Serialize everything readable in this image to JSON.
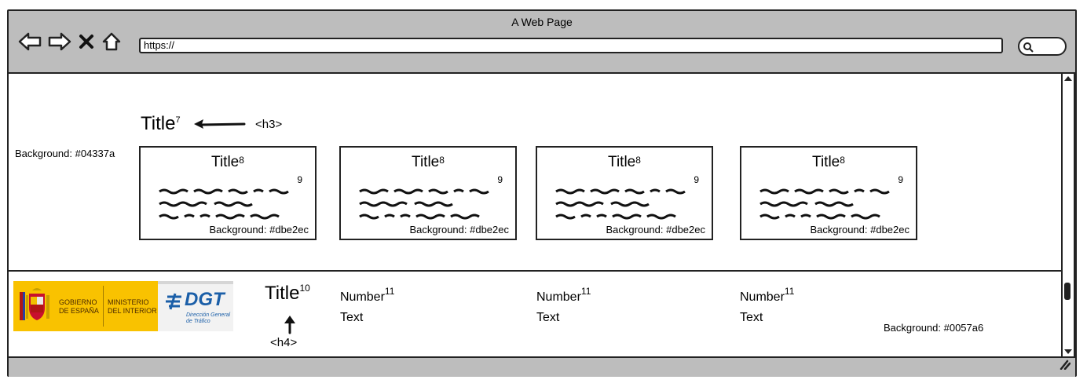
{
  "window": {
    "title": "A Web Page"
  },
  "address_bar": {
    "url": "https://"
  },
  "section_top": {
    "title": "Title",
    "title_marker": "7",
    "annotation_tag": "<h3>",
    "background_label": "Background: #04337a",
    "cards": [
      {
        "title": "Title",
        "title_marker": "8",
        "text_marker": "9",
        "background_label": "Background: #dbe2ec"
      },
      {
        "title": "Title",
        "title_marker": "8",
        "text_marker": "9",
        "background_label": "Background: #dbe2ec"
      },
      {
        "title": "Title",
        "title_marker": "8",
        "text_marker": "9",
        "background_label": "Background: #dbe2ec"
      },
      {
        "title": "Title",
        "title_marker": "8",
        "text_marker": "9",
        "background_label": "Background: #dbe2ec"
      }
    ]
  },
  "section_bottom": {
    "logo": {
      "gov_line1": "GOBIERNO",
      "gov_line2": "DE ESPAÑA",
      "min_line1": "MINISTERIO",
      "min_line2": "DEL INTERIOR",
      "dgt": "DGT",
      "dgt_sub1": "Dirección General",
      "dgt_sub2": "de Tráfico"
    },
    "title": "Title",
    "title_marker": "10",
    "annotation_tag": "<h4>",
    "stats": [
      {
        "number": "Number",
        "marker": "11",
        "text": "Text"
      },
      {
        "number": "Number",
        "marker": "11",
        "text": "Text"
      },
      {
        "number": "Number",
        "marker": "11",
        "text": "Text"
      }
    ],
    "background_label": "Background: #0057a6"
  },
  "colors": {
    "chrome": "#bdbdbd",
    "ink": "#222222",
    "logo_yellow": "#f9c200",
    "dgt_blue": "#1b5fa8"
  },
  "icons": [
    "back-arrow-icon",
    "forward-arrow-icon",
    "close-icon",
    "home-icon",
    "search-icon",
    "resize-grip-icon"
  ]
}
